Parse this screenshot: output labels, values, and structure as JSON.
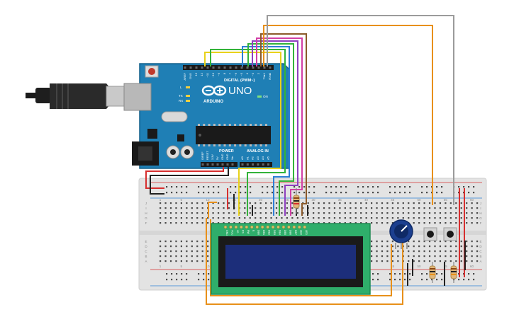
{
  "arduino": {
    "brand": "UNO",
    "logo_text": "ARDUINO",
    "digital_header": "DIGITAL (PWM~)",
    "power_label": "POWER",
    "analog_label": "ANALOG IN",
    "on_label": "ON",
    "l_label": "L",
    "tx_label": "TX",
    "rx_label": "RX",
    "digital_pins": [
      "AREF",
      "GND",
      "13",
      "12",
      "~11",
      "~10",
      "~9",
      "8",
      "7",
      "~6",
      "~5",
      "4",
      "~3",
      "2",
      "TX▸1",
      "RX◂0"
    ],
    "power_pins": [
      "IOREF",
      "RESET",
      "3.3V",
      "5V",
      "GND",
      "GND",
      "Vin"
    ],
    "analog_pins": [
      "A0",
      "A1",
      "A2",
      "A3",
      "A4",
      "A5"
    ],
    "colors": {
      "board": "#1f7fb5",
      "header": "#1a1a1a"
    }
  },
  "breadboard": {
    "row_letters_left": [
      "J",
      "I",
      "H",
      "G",
      "F",
      "E",
      "D",
      "C",
      "B",
      "A"
    ],
    "row_letters_right": [
      "J",
      "I",
      "H",
      "G",
      "F",
      "E",
      "D",
      "C",
      "B",
      "A"
    ],
    "column_numbers": [
      "1",
      "5",
      "10",
      "15",
      "20",
      "25",
      "30",
      "35",
      "40",
      "45",
      "50",
      "55",
      "60"
    ],
    "colors": {
      "body": "#e3e3e3",
      "hole": "#4a4a4a"
    }
  },
  "lcd": {
    "pin_labels": [
      "GND",
      "VCC",
      "V0",
      "RS",
      "RW",
      "E",
      "DB0",
      "DB1",
      "DB2",
      "DB3",
      "DB4",
      "DB5",
      "DB6",
      "DB7",
      "LED",
      "LED"
    ],
    "colors": {
      "pcb": "#2fae6b",
      "screen": "#1c2e7a",
      "bezel": "#1a1a1a"
    }
  },
  "components": {
    "potentiometer": "potentiometer",
    "buttons": [
      "button-1",
      "button-2"
    ],
    "resistors": [
      "resistor-1",
      "resistor-2",
      "resistor-3"
    ]
  },
  "wire_colors": {
    "red": "#d62f2f",
    "black": "#222222",
    "yellow": "#e8d21a",
    "green": "#33b33a",
    "blue": "#2d7fd6",
    "purple": "#8e3fbf",
    "pink": "#d23fa6",
    "brown": "#8b5a2b",
    "orange": "#e8901a",
    "gray": "#9b9b9b"
  }
}
